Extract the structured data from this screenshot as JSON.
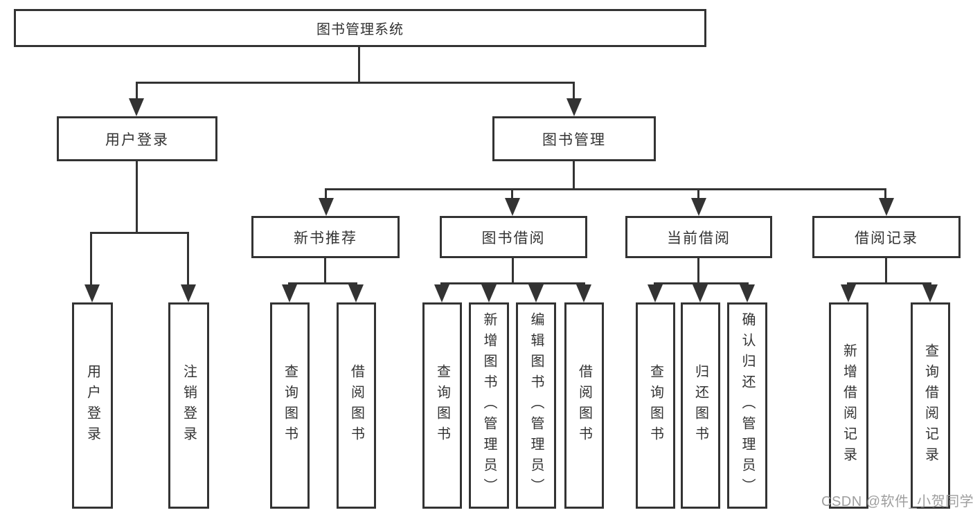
{
  "diagram": {
    "title": "图书管理系统",
    "watermark": "CSDN @软件_小贺同学",
    "colors": {
      "line": "#333333",
      "box_bg": "#ffffff",
      "text": "#333333",
      "watermark": "#9e9e9e"
    },
    "nodes": [
      {
        "id": "root",
        "label": "图书管理系统",
        "level": 1,
        "parent": null
      },
      {
        "id": "user-login",
        "label": "用户登录",
        "level": 2,
        "parent": "root"
      },
      {
        "id": "book-mgmt",
        "label": "图书管理",
        "level": 2,
        "parent": "root"
      },
      {
        "id": "login",
        "label": "用户登录",
        "level": 3,
        "parent": "user-login"
      },
      {
        "id": "logout",
        "label": "注销登录",
        "level": 3,
        "parent": "user-login"
      },
      {
        "id": "new-books",
        "label": "新书推荐",
        "level": 3,
        "parent": "book-mgmt"
      },
      {
        "id": "borrow",
        "label": "图书借阅",
        "level": 3,
        "parent": "book-mgmt"
      },
      {
        "id": "current",
        "label": "当前借阅",
        "level": 3,
        "parent": "book-mgmt"
      },
      {
        "id": "records",
        "label": "借阅记录",
        "level": 3,
        "parent": "book-mgmt"
      },
      {
        "id": "nb-query",
        "label": "查询图书",
        "level": 4,
        "parent": "new-books"
      },
      {
        "id": "nb-borrow",
        "label": "借阅图书",
        "level": 4,
        "parent": "new-books"
      },
      {
        "id": "bb-query",
        "label": "查询图书",
        "level": 4,
        "parent": "borrow"
      },
      {
        "id": "bb-add",
        "label": "新增图书（管理员）",
        "level": 4,
        "parent": "borrow"
      },
      {
        "id": "bb-edit",
        "label": "编辑图书（管理员）",
        "level": 4,
        "parent": "borrow"
      },
      {
        "id": "bb-borrow",
        "label": "借阅图书",
        "level": 4,
        "parent": "borrow"
      },
      {
        "id": "cb-query",
        "label": "查询图书",
        "level": 4,
        "parent": "current"
      },
      {
        "id": "cb-return",
        "label": "归还图书",
        "level": 4,
        "parent": "current"
      },
      {
        "id": "cb-confirm",
        "label": "确认归还（管理员）",
        "level": 4,
        "parent": "current"
      },
      {
        "id": "rec-add",
        "label": "新增借阅记录",
        "level": 4,
        "parent": "records"
      },
      {
        "id": "rec-query",
        "label": "查询借阅记录",
        "level": 4,
        "parent": "records"
      }
    ]
  }
}
